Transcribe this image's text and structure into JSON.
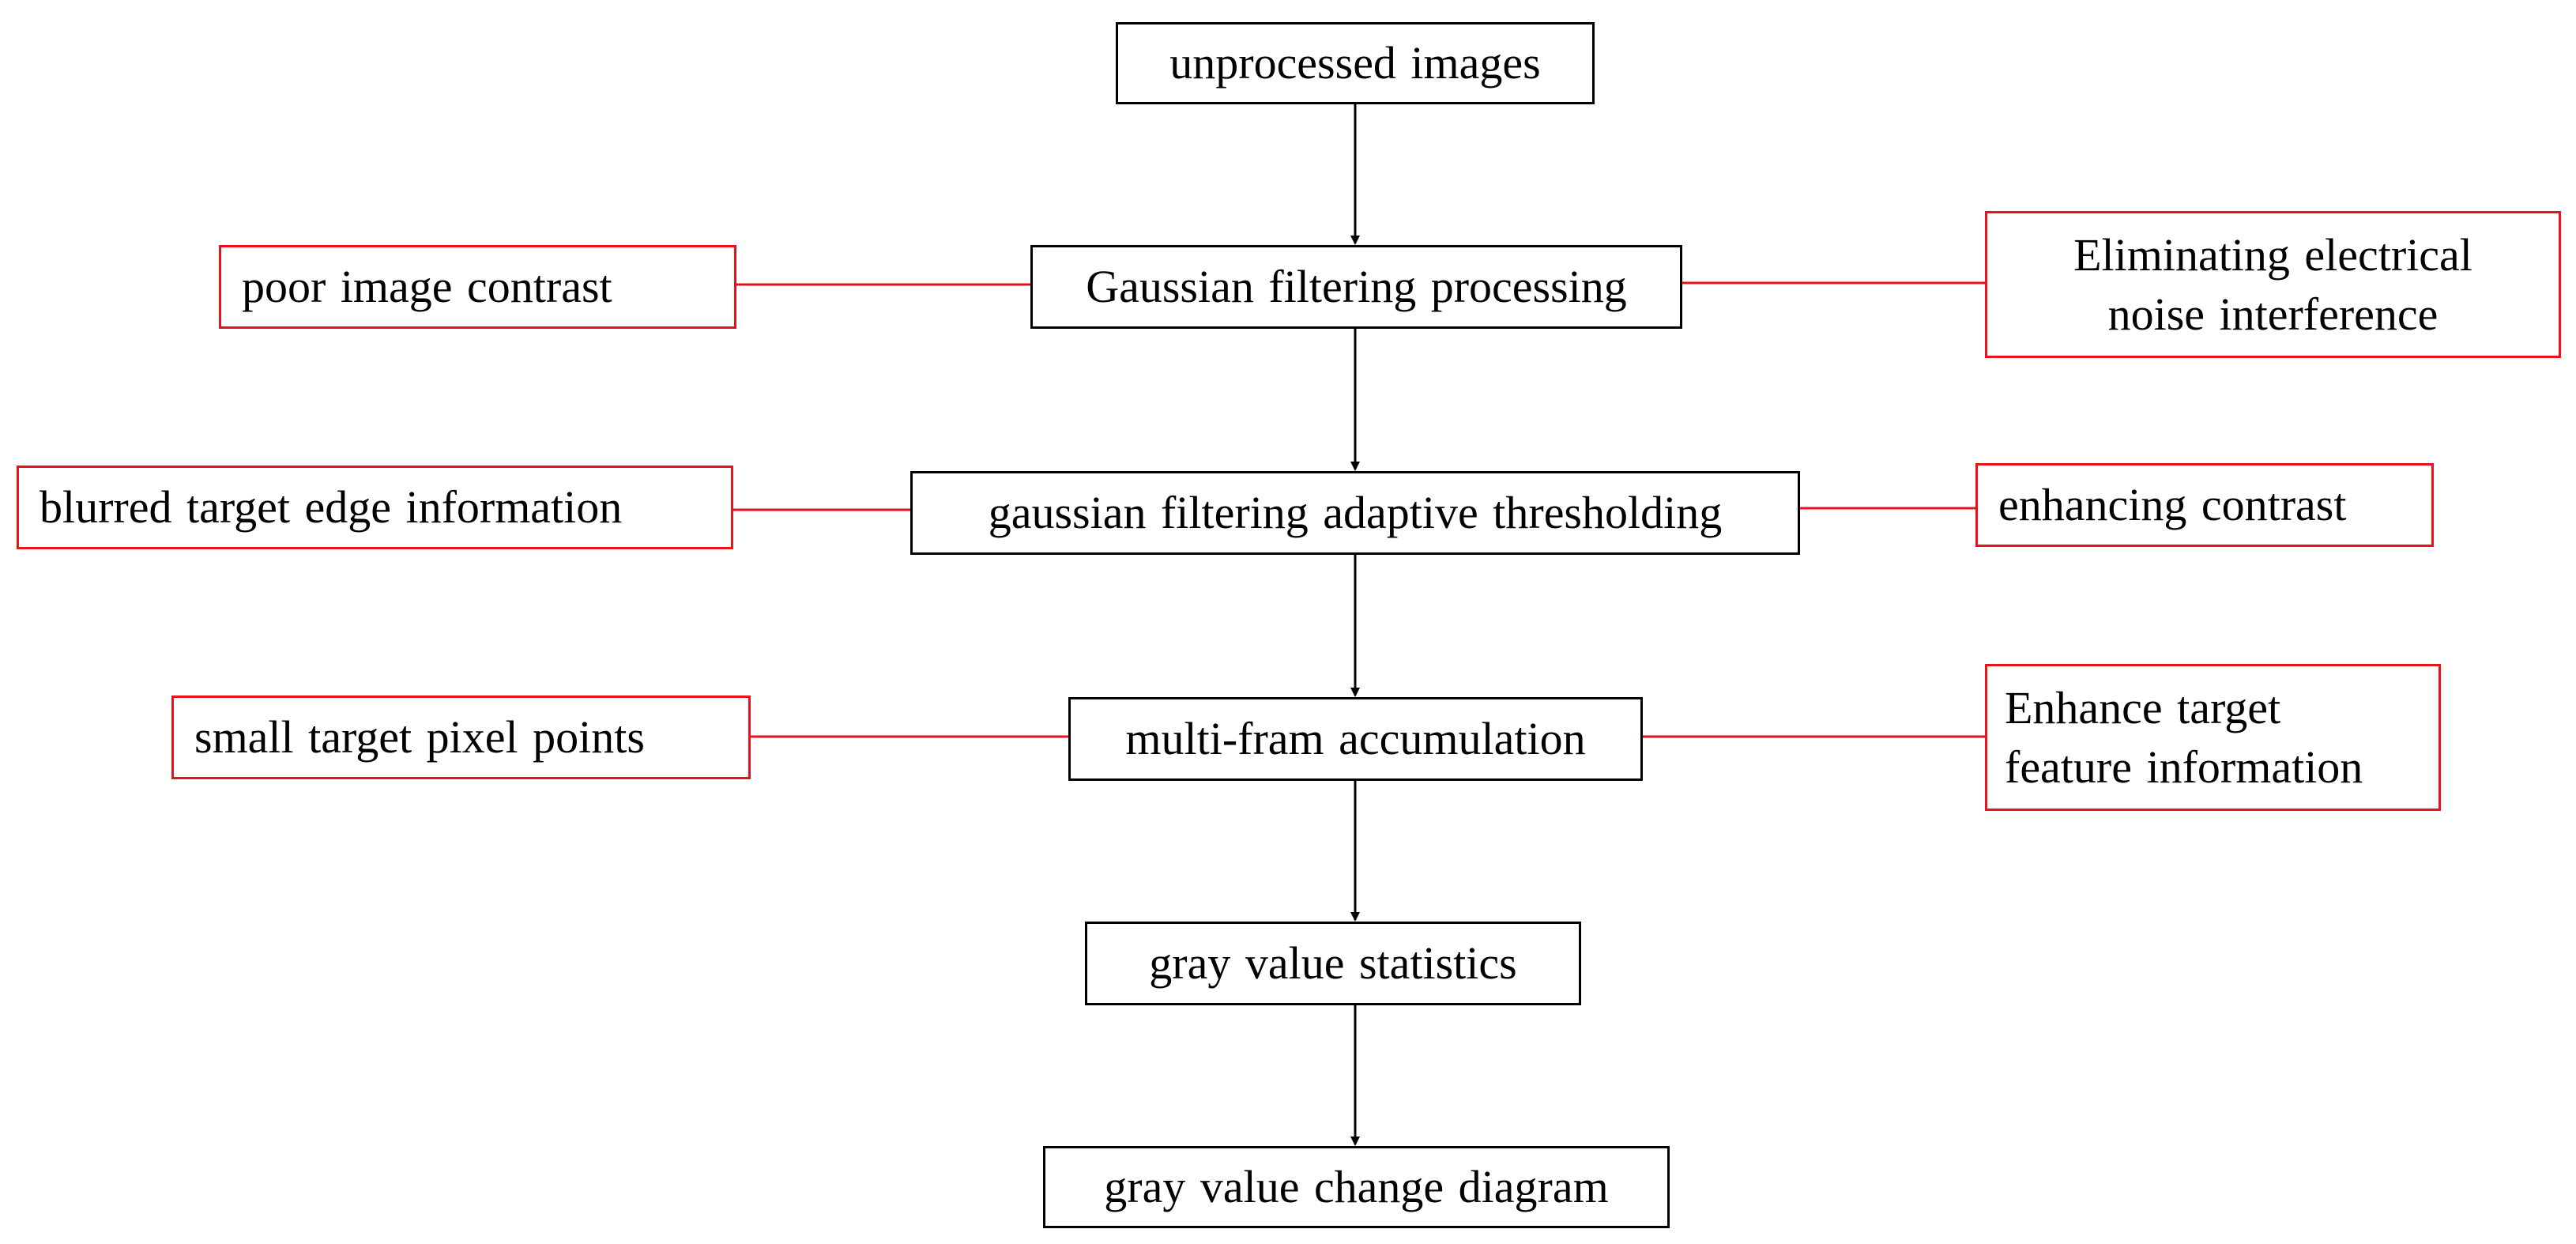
{
  "colors": {
    "main_border": "#000000",
    "note_border": "#e8121a",
    "arrow": "#000000"
  },
  "flow": {
    "steps": [
      "unprocessed images",
      "Gaussian filtering processing",
      "gaussian filtering adaptive thresholding",
      "multi-fram accumulation",
      "gray value statistics",
      "gray value change diagram"
    ]
  },
  "problems": {
    "gaussian": "poor image contrast",
    "threshold": "blurred target edge information",
    "accumulation": "small target pixel points"
  },
  "benefits": {
    "gaussian": "Eliminating electrical\nnoise interference",
    "threshold": "enhancing contrast",
    "accumulation": "Enhance target\nfeature information"
  }
}
